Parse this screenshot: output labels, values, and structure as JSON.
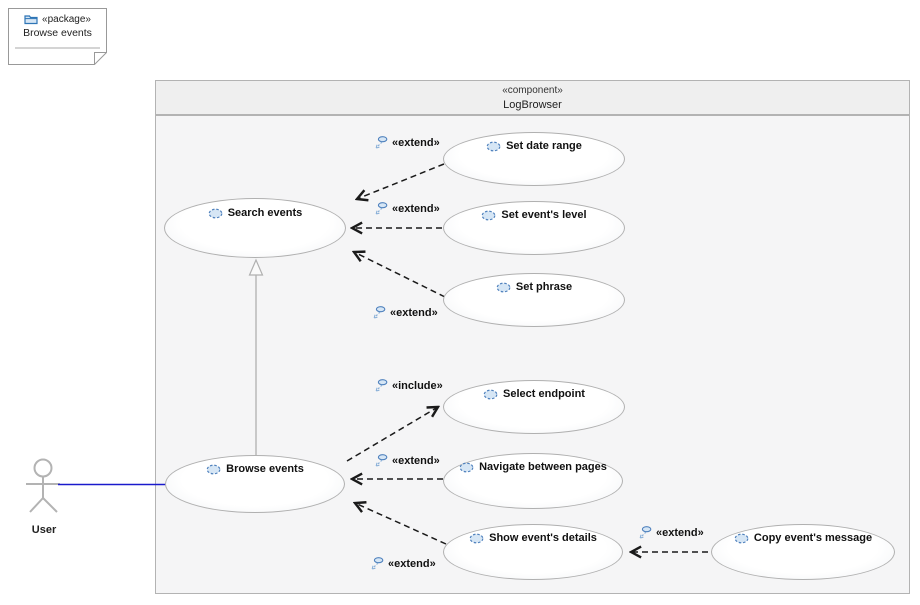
{
  "diagram": {
    "package_note": {
      "stereotype": "«package»",
      "name": "Browse events"
    },
    "component": {
      "stereotype": "«component»",
      "name": "LogBrowser"
    },
    "actor": {
      "name": "User"
    },
    "use_cases": [
      {
        "id": "search-events",
        "label": "Search events"
      },
      {
        "id": "set-date-range",
        "label": "Set date range"
      },
      {
        "id": "set-events-level",
        "label": "Set event's level"
      },
      {
        "id": "set-phrase",
        "label": "Set phrase"
      },
      {
        "id": "select-endpoint",
        "label": "Select endpoint"
      },
      {
        "id": "navigate-between-pages",
        "label": "Navigate between pages"
      },
      {
        "id": "show-events-details",
        "label": "Show event's details"
      },
      {
        "id": "copy-events-message",
        "label": "Copy event's message"
      },
      {
        "id": "browse-events",
        "label": "Browse events"
      }
    ],
    "relationships": [
      {
        "type": "extend",
        "label": "«extend»",
        "from": "Set date range",
        "to": "Search events"
      },
      {
        "type": "extend",
        "label": "«extend»",
        "from": "Set event's level",
        "to": "Search events"
      },
      {
        "type": "extend",
        "label": "«extend»",
        "from": "Set phrase",
        "to": "Search events"
      },
      {
        "type": "include",
        "label": "«include»",
        "from": "Browse events",
        "to": "Select endpoint"
      },
      {
        "type": "extend",
        "label": "«extend»",
        "from": "Navigate between pages",
        "to": "Browse events"
      },
      {
        "type": "extend",
        "label": "«extend»",
        "from": "Show event's details",
        "to": "Browse events"
      },
      {
        "type": "extend",
        "label": "«extend»",
        "from": "Copy event's message",
        "to": "Show event's details"
      },
      {
        "type": "generalization",
        "from": "Browse events",
        "to": "Search events"
      },
      {
        "type": "association",
        "from": "User",
        "to": "Browse events"
      }
    ],
    "icons": {
      "usecase_icon": "dashed-blue-ellipse",
      "relationship_icon": "blue-ellipse-dashed-arrow",
      "package_icon": "blue-folder"
    },
    "colors": {
      "association_line": "#1a1acc",
      "dashed_edge": "#1a1a1a",
      "generalization": "#b0b0b0",
      "component_header_bg": "#efefef",
      "component_body_bg": "#f5f5f6",
      "border_gray": "#b3b3b3",
      "usecase_icon_stroke": "#4f81bd",
      "usecase_icon_fill": "#d6e6f5",
      "package_icon_stroke": "#2e75b6"
    }
  }
}
